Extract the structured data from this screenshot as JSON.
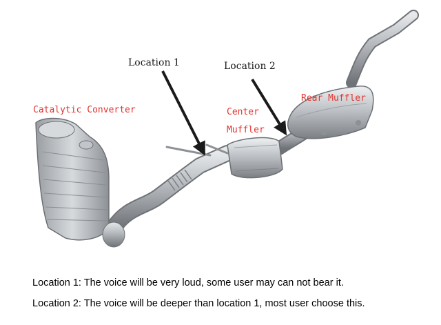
{
  "labels": {
    "location1": "Location 1",
    "location2": "Location 2",
    "catalytic_converter": "Catalytic Converter",
    "center_line1": "Center",
    "center_line2": "Muffler",
    "rear_muffler": "Rear Muffler"
  },
  "captions": {
    "line1": "Location 1: The voice will be very loud, some user may can not bear it.",
    "line2": "Location 2: The voice will be deeper than location 1, most user choose this."
  },
  "colors": {
    "label_red": "#e0332f",
    "label_dark": "#1a1a1a",
    "metal": "#a9adb1"
  }
}
